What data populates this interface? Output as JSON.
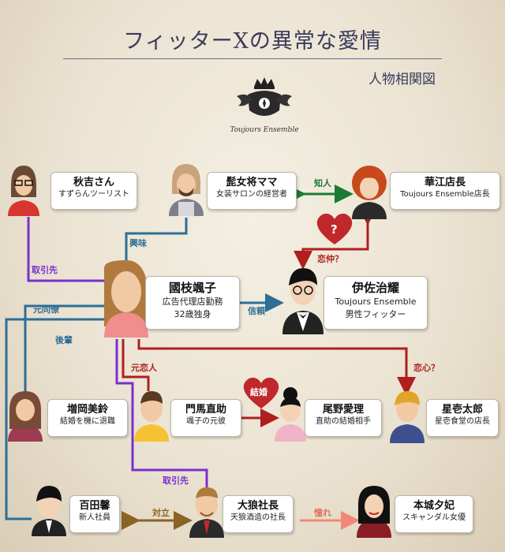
{
  "header": {
    "title": "フィッターXの異常な愛情",
    "subtitle": "人物相関図",
    "logo_text": "Toujours Ensemble"
  },
  "people": {
    "akiyoshi": {
      "name": "秋吉さん",
      "desc": "すずらんツーリスト"
    },
    "mama": {
      "name": "髭女将ママ",
      "desc": "女装サロンの経営者"
    },
    "hanae": {
      "name": "華江店長",
      "desc": "Toujours Ensemble店長"
    },
    "kunieda": {
      "name": "國枝颯子",
      "desc1": "広告代理店勤務",
      "desc2": "32歳独身"
    },
    "isa": {
      "name": "伊佐治耀",
      "desc1": "Toujours Ensemble",
      "desc2": "男性フィッター"
    },
    "masuoka": {
      "name": "増岡美鈴",
      "desc": "結婚を機に退職"
    },
    "monma": {
      "name": "門馬直助",
      "desc": "颯子の元彼"
    },
    "ono": {
      "name": "尾野愛理",
      "desc": "直助の結婚相手"
    },
    "hoshi": {
      "name": "星壱太郎",
      "desc": "星壱食堂の店長"
    },
    "momota": {
      "name": "百田馨",
      "desc": "新人社員"
    },
    "ookami": {
      "name": "大狼社長",
      "desc": "天狼酒造の社長"
    },
    "honjo": {
      "name": "本城夕妃",
      "desc": "スキャンダル女優"
    }
  },
  "relations": {
    "chijin": "知人",
    "kyomi": "興味",
    "renchu": "恋仲？",
    "torihikisaki1": "取引先",
    "shinrai": "信頼",
    "motodoryo": "元同僚",
    "kohai": "後輩",
    "motokoibito": "元恋人",
    "kekkon": "結婚",
    "koigokoro": "恋心？",
    "torihikisaki2": "取引先",
    "tairitsu": "対立",
    "akogare": "憧れ"
  },
  "badges": {
    "question": "?"
  }
}
